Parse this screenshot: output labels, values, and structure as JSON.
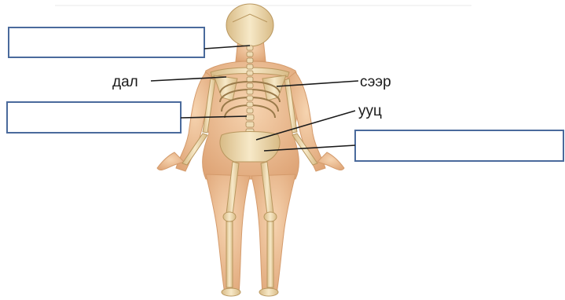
{
  "labels": {
    "shoulder_blade": "дал",
    "rib": "сээр",
    "pelvis": "ууц"
  },
  "answer_boxes": {
    "neck": "",
    "spine": "",
    "hip": ""
  },
  "colors": {
    "box_border": "#4a6a9c",
    "bone": "#f2deb4",
    "bone_shadow": "#c9a877",
    "skin": "#f2c79e",
    "skin_shadow": "#d9a070",
    "text": "#1a1a1a"
  }
}
